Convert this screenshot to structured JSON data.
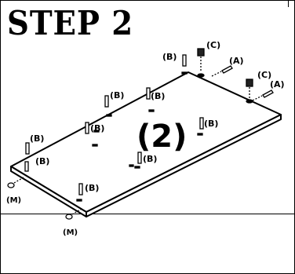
{
  "step": {
    "title": "STEP 2"
  },
  "panel": {
    "number": "(2)"
  },
  "labels": {
    "A": "(A)",
    "B": "(B)",
    "C": "(C)",
    "M": "(M)"
  }
}
